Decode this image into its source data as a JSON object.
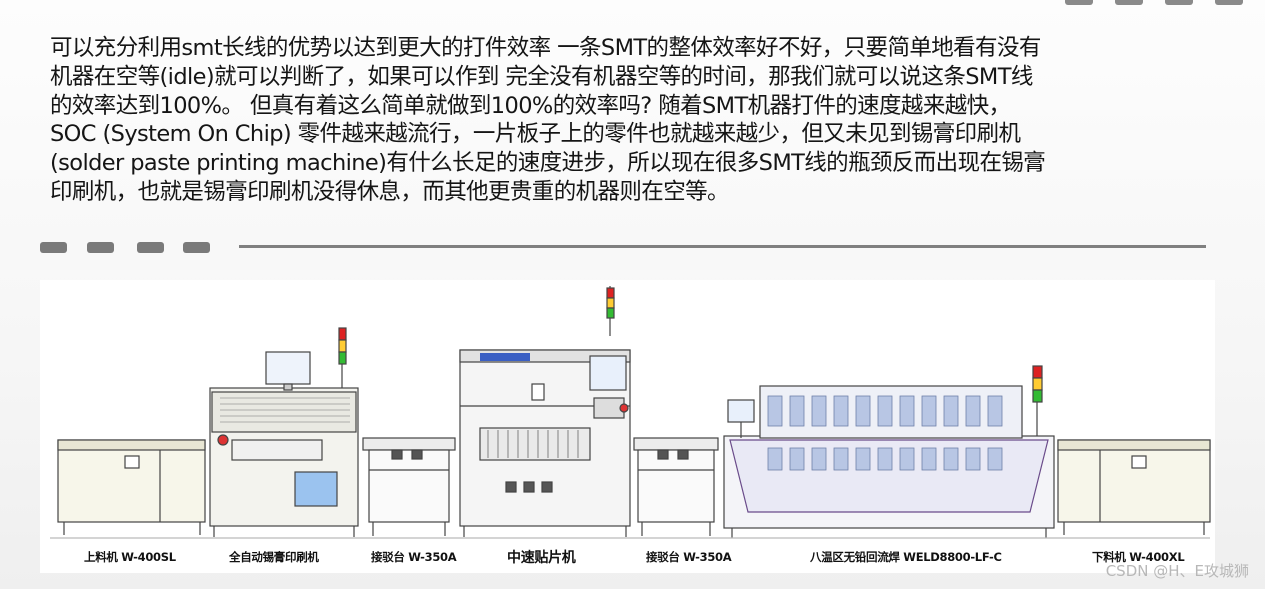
{
  "paragraph": {
    "lines": [
      "可以充分利用smt长线的优势以达到更大的打件效率 一条SMT的整体效率好不好，只要简单地看有没有",
      "机器在空等(idle)就可以判断了，如果可以作到 完全没有机器空等的时间，那我们就可以说这条SMT线",
      "的效率达到100%。 但真有着这么简单就做到100%的效率吗? 随着SMT机器打件的速度越来越快，",
      "SOC (System On Chip) 零件越来越流行，一片板子上的零件也就越来越少，但又未见到锡膏印刷机",
      "(solder paste printing machine)有什么长足的速度进步，所以现在很多SMT线的瓶颈反而出现在锡膏",
      "印刷机，也就是锡膏印刷机没得休息，而其他更贵重的机器则在空等。"
    ]
  },
  "figure": {
    "captions": [
      "上料机 W-400SL",
      "全自动锡膏印刷机",
      "接驳台 W-350A",
      "中速贴片机",
      "接驳台 W-350A",
      "八温区无铅回流焊 WELD8800-LF-C",
      "下料机 W-400XL"
    ]
  },
  "watermark": "CSDN @H、E攻城狮"
}
